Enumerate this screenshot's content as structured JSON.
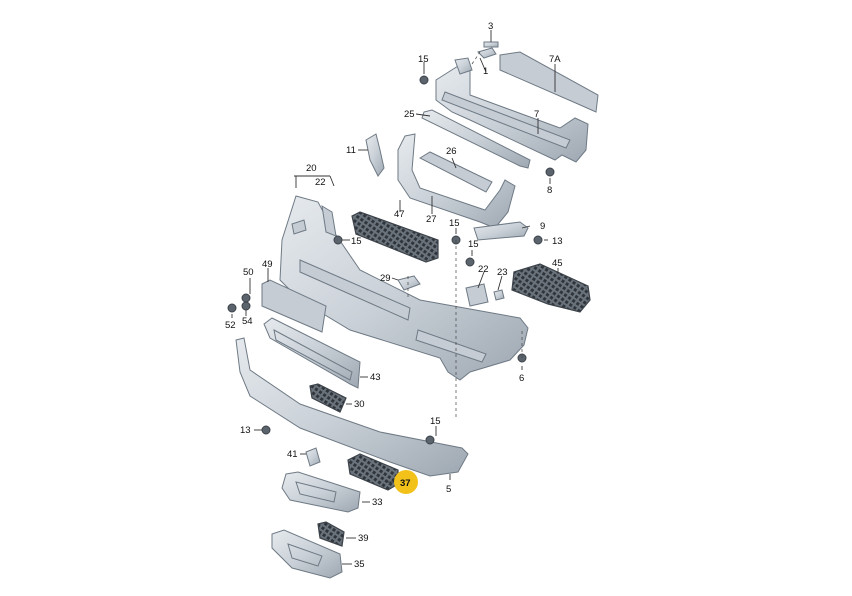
{
  "diagram": {
    "highlighted_callout": "37",
    "highlight_color": "#f2c21b",
    "callouts": {
      "c1": "1",
      "c3": "3",
      "c5": "5",
      "c6": "6",
      "c7": "7",
      "c7a": "7A",
      "c8": "8",
      "c9": "9",
      "c11": "11",
      "c13a": "13",
      "c13b": "13",
      "c15a": "15",
      "c15b": "15",
      "c15c": "15",
      "c15d": "15",
      "c15e": "15",
      "c20": "20",
      "c22a": "22",
      "c22b": "22",
      "c23": "23",
      "c25": "25",
      "c26": "26",
      "c27": "27",
      "c29": "29",
      "c30": "30",
      "c33": "33",
      "c35": "35",
      "c37": "37",
      "c39": "39",
      "c41": "41",
      "c43": "43",
      "c45": "45",
      "c47": "47",
      "c49": "49",
      "c50": "50",
      "c52": "52",
      "c54": "54"
    }
  }
}
